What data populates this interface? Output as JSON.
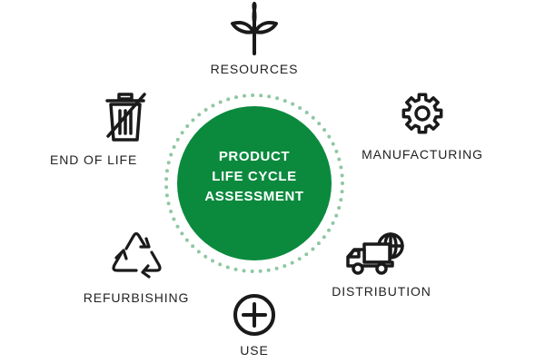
{
  "center": {
    "lines": [
      "PRODUCT",
      "LIFE CYCLE",
      "ASSESSMENT"
    ],
    "fill_color": "#0b8a3e",
    "dot_color": "#8fc7a3"
  },
  "stages": {
    "resources": {
      "label": "RESOURCES",
      "icon": "plant-sprout-icon"
    },
    "manufacturing": {
      "label": "MANUFACTURING",
      "icon": "gear-icon"
    },
    "distribution": {
      "label": "DISTRIBUTION",
      "icon": "truck-globe-icon"
    },
    "use": {
      "label": "USE",
      "icon": "plus-circle-icon"
    },
    "refurbishing": {
      "label": "REFURBISHING",
      "icon": "recycle-icon"
    },
    "end_of_life": {
      "label": "END OF LIFE",
      "icon": "trash-crossed-icon"
    }
  },
  "text_color": "#222222",
  "icon_color": "#1a1a1a"
}
